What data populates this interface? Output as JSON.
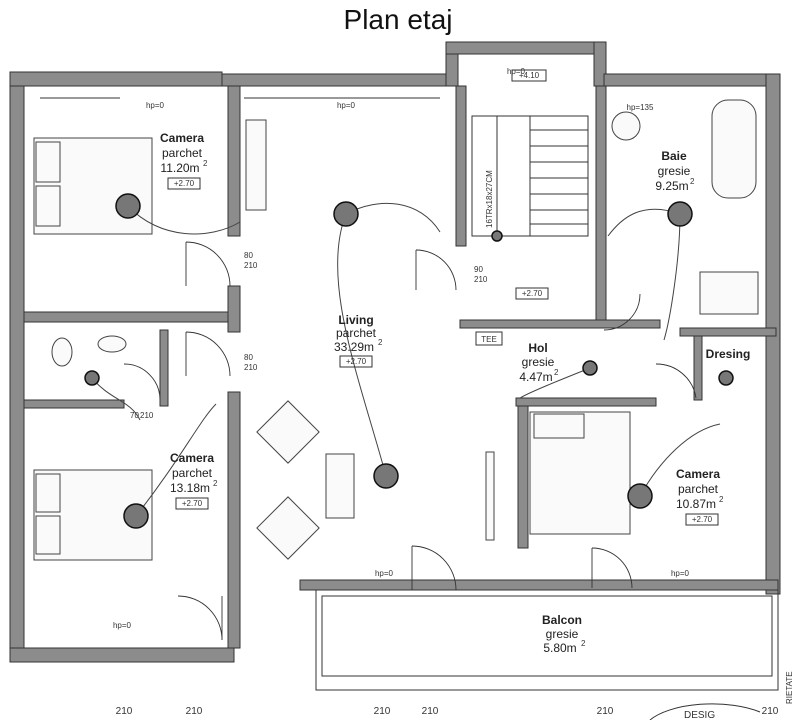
{
  "title": "Plan etaj",
  "rooms": [
    {
      "id": "camera1",
      "name": "Camera",
      "floor": "parchet",
      "area": "11.20m",
      "level": "+2.70"
    },
    {
      "id": "living",
      "name": "Living",
      "floor": "parchet",
      "area": "33.29m",
      "level": "+2.70"
    },
    {
      "id": "baie",
      "name": "Baie",
      "floor": "gresie",
      "area": "9.25m"
    },
    {
      "id": "hol",
      "name": "Hol",
      "floor": "gresie",
      "area": "4.47m"
    },
    {
      "id": "camera2",
      "name": "Camera",
      "floor": "parchet",
      "area": "13.18m",
      "level": "+2.70"
    },
    {
      "id": "camera3",
      "name": "Camera",
      "floor": "parchet",
      "area": "10.87m",
      "level": "+2.70"
    },
    {
      "id": "balcon",
      "name": "Balcon",
      "floor": "gresie",
      "area": "5.80m"
    }
  ],
  "dresing": "Dresing",
  "stairs": {
    "label": "16TRx18x27CM",
    "level_top": "+4.10",
    "level_bottom": "+2.70",
    "hp": "hp=0"
  },
  "tee": "TEE",
  "sill_labels": {
    "hp0": "hp=0",
    "hp135": "hp=135"
  },
  "door_dims": {
    "w80": "80",
    "h210": "210",
    "w90": "90",
    "w70": "70"
  },
  "bottom_dims": [
    "210",
    "210",
    "210",
    "210",
    "210",
    "210"
  ],
  "side_text": "RIETATE",
  "stamp_text": "DESIG"
}
